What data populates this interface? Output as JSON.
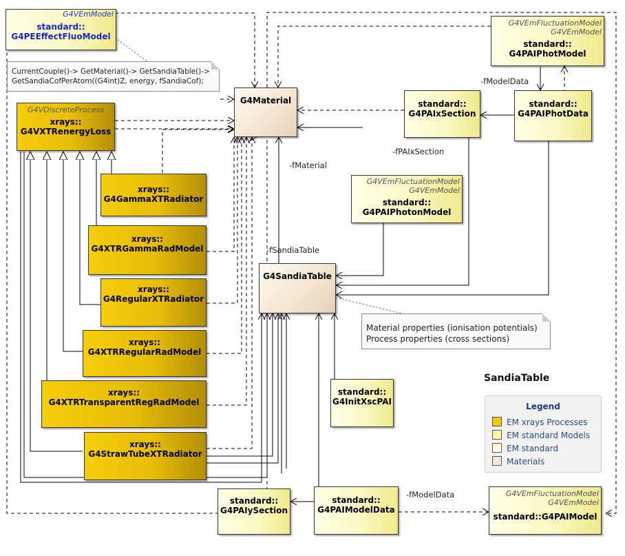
{
  "diagram_title": "SandiaTable",
  "classes": {
    "g4pe_effect_fluo_model": {
      "stereotype": "G4VEmModel",
      "name1": "standard::",
      "name2": "G4PEEffectFluoModel"
    },
    "g4material": {
      "name1": "G4Material"
    },
    "g4vxtr_energy_loss": {
      "stereotype": "G4VDiscreteProcess",
      "name1": "xrays::",
      "name2": "G4VXTRenergyLoss"
    },
    "g4gamma_xt_radiator": {
      "name1": "xrays::",
      "name2": "G4GammaXTRadiator"
    },
    "g4xtr_gamma_rad_model": {
      "name1": "xrays::",
      "name2": "G4XTRGammaRadModel"
    },
    "g4regular_xt_radiator": {
      "name1": "xrays::",
      "name2": "G4RegularXTRadiator"
    },
    "g4xtr_regular_rad_model": {
      "name1": "xrays::",
      "name2": "G4XTRRegularRadModel"
    },
    "g4xtr_transparent_reg_rad_model": {
      "name1": "xrays::",
      "name2": "G4XTRTransparentRegRadModel"
    },
    "g4straw_tube_xt_radiator": {
      "name1": "xrays::",
      "name2": "G4StrawTubeXTRadiator"
    },
    "g4pai_phot_model": {
      "stereotype1": "G4VEmFluctuationModel",
      "stereotype2": "G4VEmModel",
      "name1": "standard::",
      "name2": "G4PAIPhotModel"
    },
    "g4paix_section": {
      "name1": "standard::",
      "name2": "G4PAIxSection"
    },
    "g4pai_phot_data": {
      "name1": "standard::",
      "name2": "G4PAIPhotData"
    },
    "g4pai_photon_model": {
      "stereotype1": "G4VEmFluctuationModel",
      "stereotype2": "G4VEmModel",
      "name1": "standard::",
      "name2": "G4PAIPhotonModel"
    },
    "g4sandia_table": {
      "name1": "G4SandiaTable"
    },
    "g4init_xsc_pai": {
      "name1": "standard::",
      "name2": "G4InitXscPAI"
    },
    "g4paiy_section": {
      "name1": "standard::",
      "name2": "G4PAIySection"
    },
    "g4pai_model_data": {
      "name1": "standard::",
      "name2": "G4PAIModelData"
    },
    "g4pai_model": {
      "stereotype1": "G4VEmFluctuationModel",
      "stereotype2": "G4VEmModel",
      "name1": "standard::G4PAIModel"
    }
  },
  "notes": {
    "call_chain": {
      "line1": "CurrentCouple()-> GetMaterial()-> GetSandiaTable()->",
      "line2": "GetSandiaCofPerAtom((G4int)Z, energy, fSandiaCof);"
    },
    "properties": {
      "line1": "Material properties (ionisation potentials)",
      "line2": "Process properties (cross sections)"
    }
  },
  "edge_labels": {
    "fmaterial": "-fMaterial",
    "fsandiatable": "-fSandiaTable",
    "fpaixsection": "-fPAIxSection",
    "fmodeldata_phot": "-fModelData",
    "fmodeldata_pai": "-fModelData"
  },
  "legend": {
    "title": "Legend",
    "items": [
      {
        "label": "EM xrays Processes",
        "color": "#f2c80a"
      },
      {
        "label": "EM standard Models",
        "color": "#fbf7a8"
      },
      {
        "label": "EM standard",
        "color": "#ffffe0"
      },
      {
        "label": "Materials",
        "color": "#f6e7d6"
      }
    ]
  }
}
